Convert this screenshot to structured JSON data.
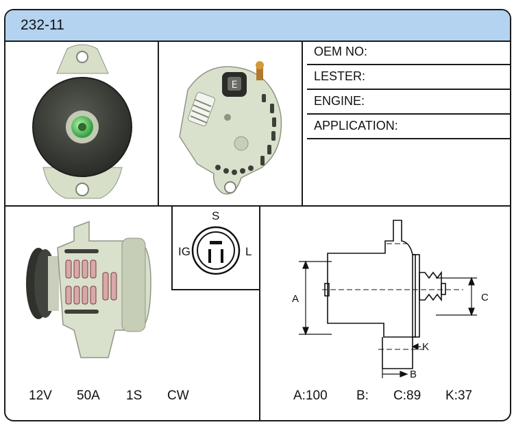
{
  "header": {
    "title": "232-11"
  },
  "info_table": {
    "rows": [
      {
        "label": "OEM NO:"
      },
      {
        "label": "LESTER:"
      },
      {
        "label": "ENGINE:"
      },
      {
        "label": "APPLICATION:"
      }
    ]
  },
  "connector": {
    "top": "S",
    "left": "IG",
    "right": "L"
  },
  "specs": {
    "voltage": "12V",
    "amperage": "50A",
    "type": "1S",
    "rotation": "CW"
  },
  "diagram": {
    "labels": {
      "a": "A",
      "b": "B",
      "c": "C",
      "k": "K"
    }
  },
  "dimensions": {
    "a": "A:100",
    "b": "B:",
    "c": "C:89",
    "k": "K:37"
  },
  "colors": {
    "header_bg": "#b3d3f0",
    "border": "#1a1a1a",
    "body_metal": "#d9e0cc",
    "pulley": "#3a3c36"
  }
}
